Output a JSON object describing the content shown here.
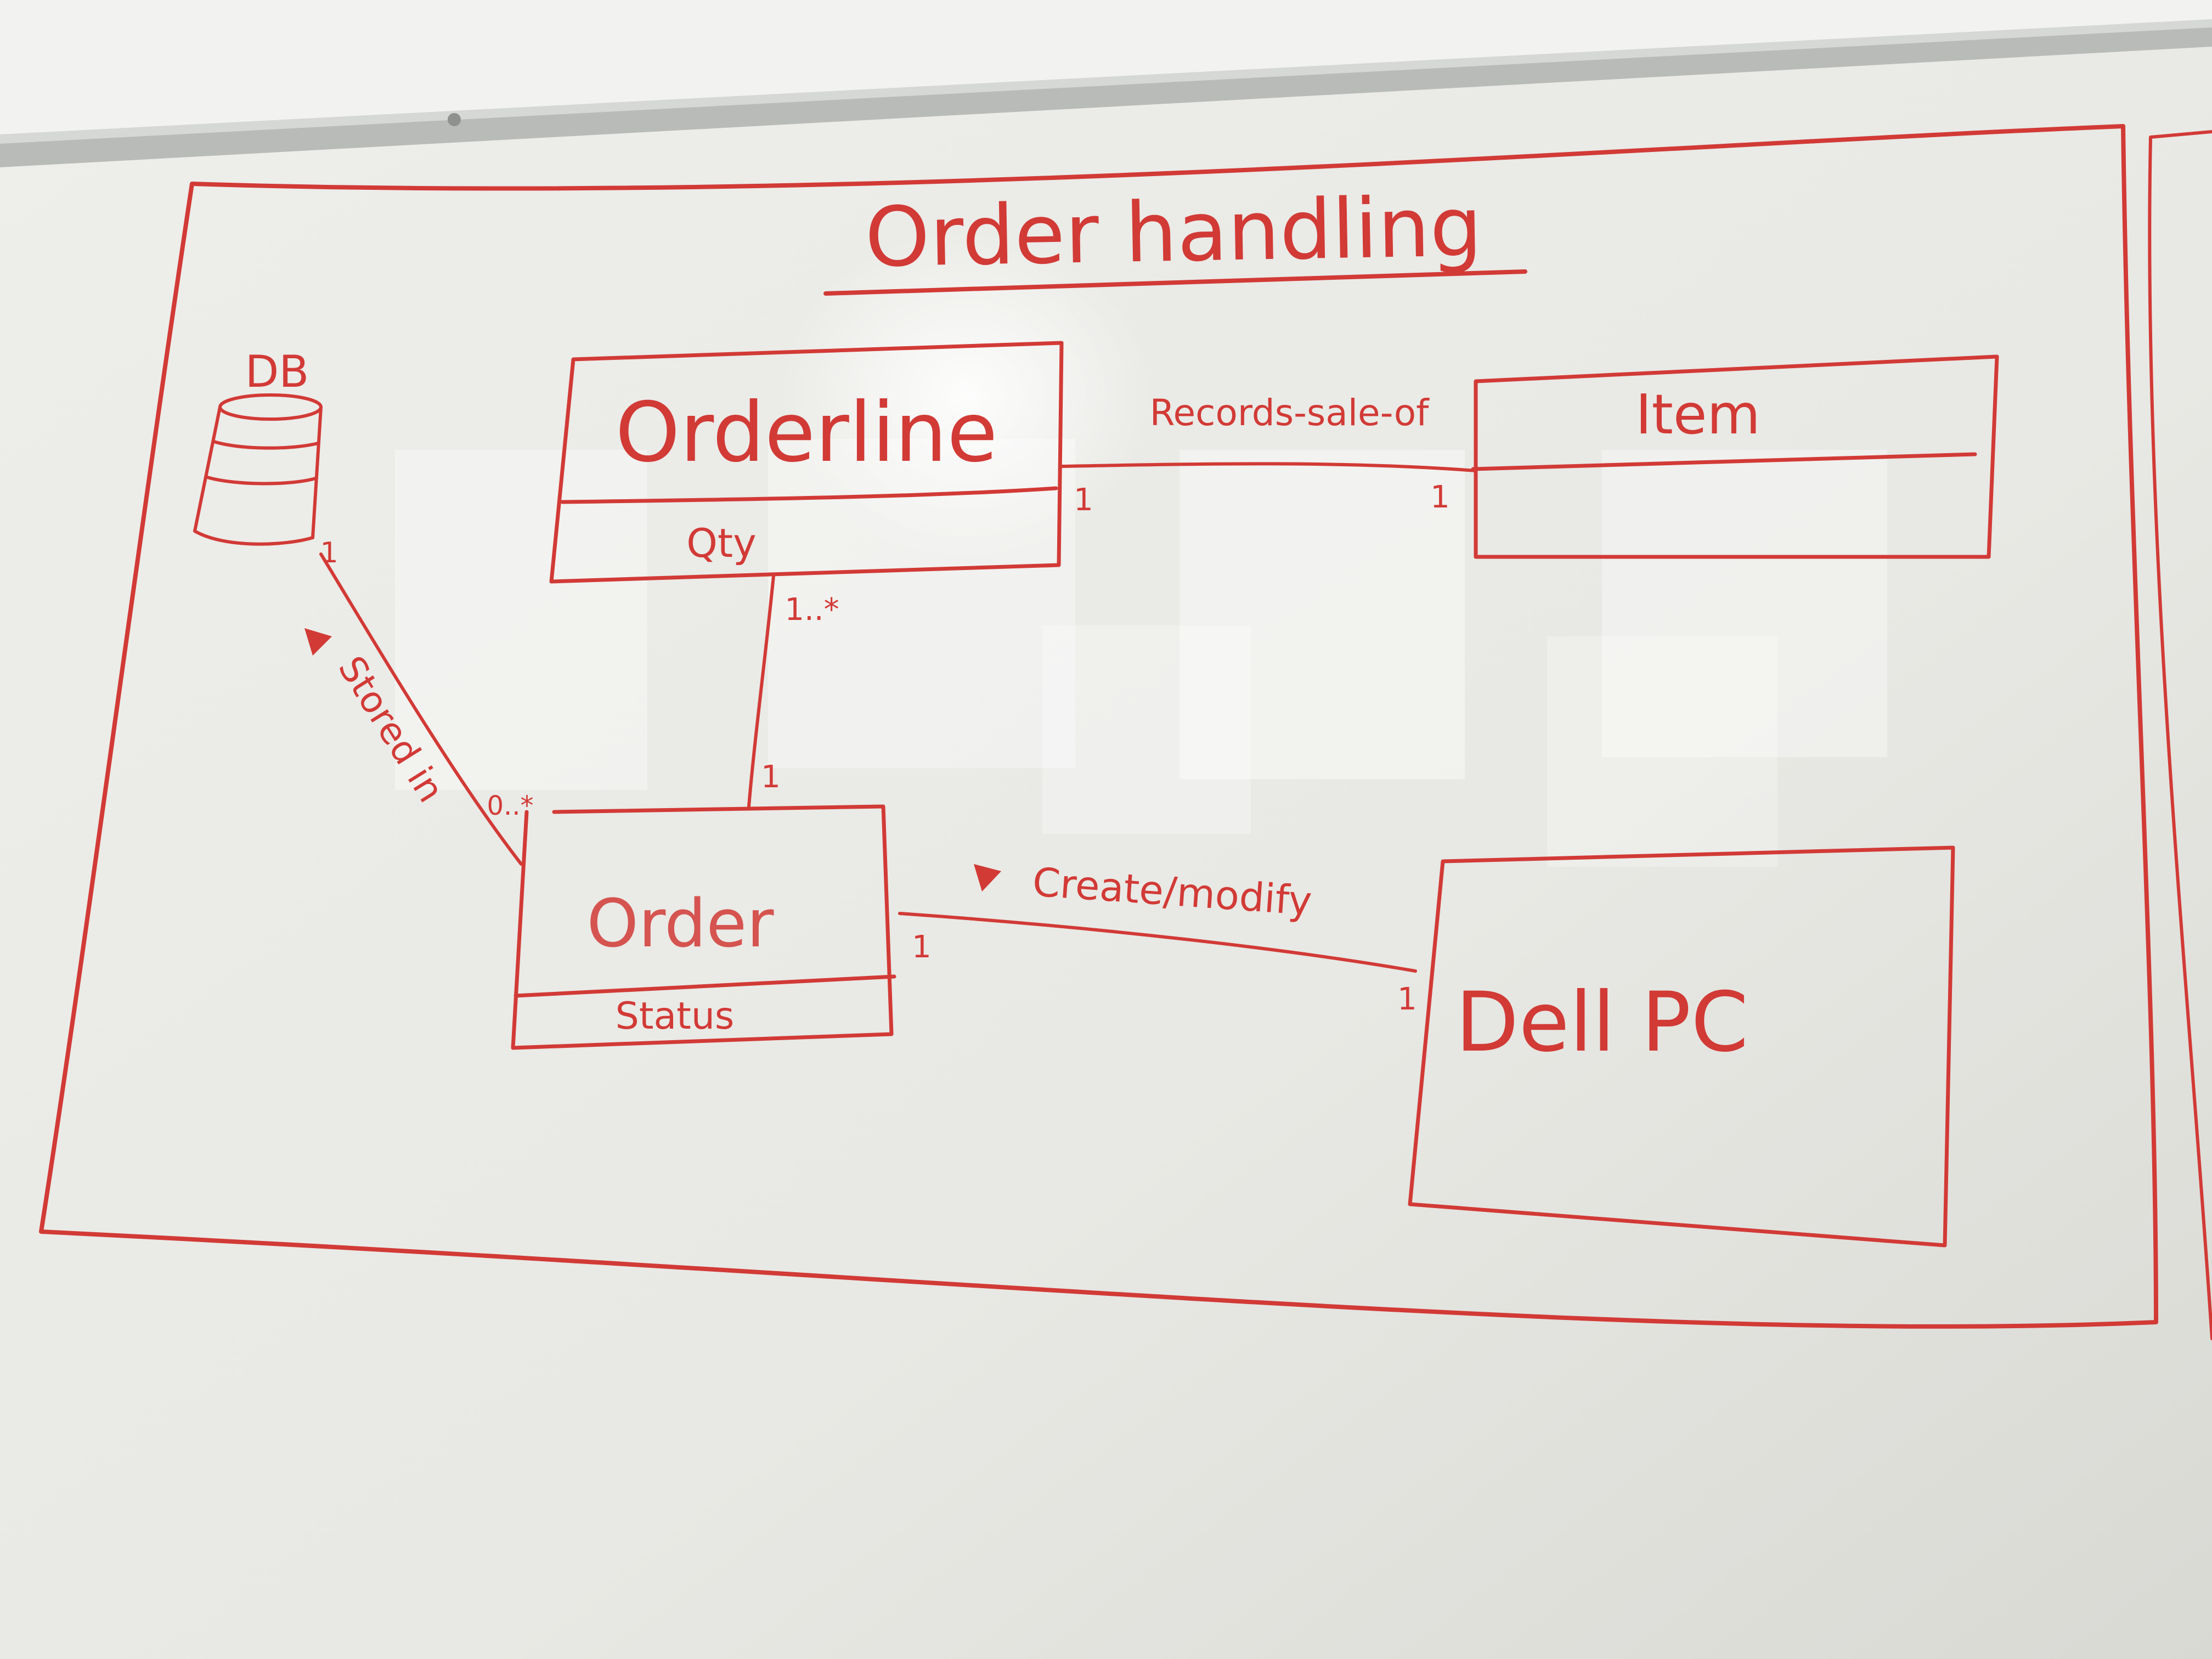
{
  "diagram": {
    "title": "Order handling",
    "database": {
      "label": "DB"
    },
    "classes": {
      "orderline": {
        "name": "Orderline",
        "attribute": "Qty"
      },
      "item": {
        "name": "Item",
        "attribute": ""
      },
      "order": {
        "name": "Order",
        "attribute": "Status"
      },
      "dell_pc": {
        "name": "Dell PC"
      }
    },
    "associations": {
      "records_sale_of": {
        "label": "Records-sale-of",
        "mult_orderline": "1",
        "mult_item": "1"
      },
      "orderline_order": {
        "mult_orderline": "1..*",
        "mult_order": "1"
      },
      "stored_in": {
        "label": "Stored in",
        "mult_db": "1",
        "mult_order": "0..*"
      },
      "create_modify": {
        "label": "Create/modify",
        "mult_order": "1",
        "mult_pc": "1"
      }
    }
  },
  "colors": {
    "ink": "#d23a36",
    "board": "#ededea",
    "frame": "#a9aba8"
  }
}
